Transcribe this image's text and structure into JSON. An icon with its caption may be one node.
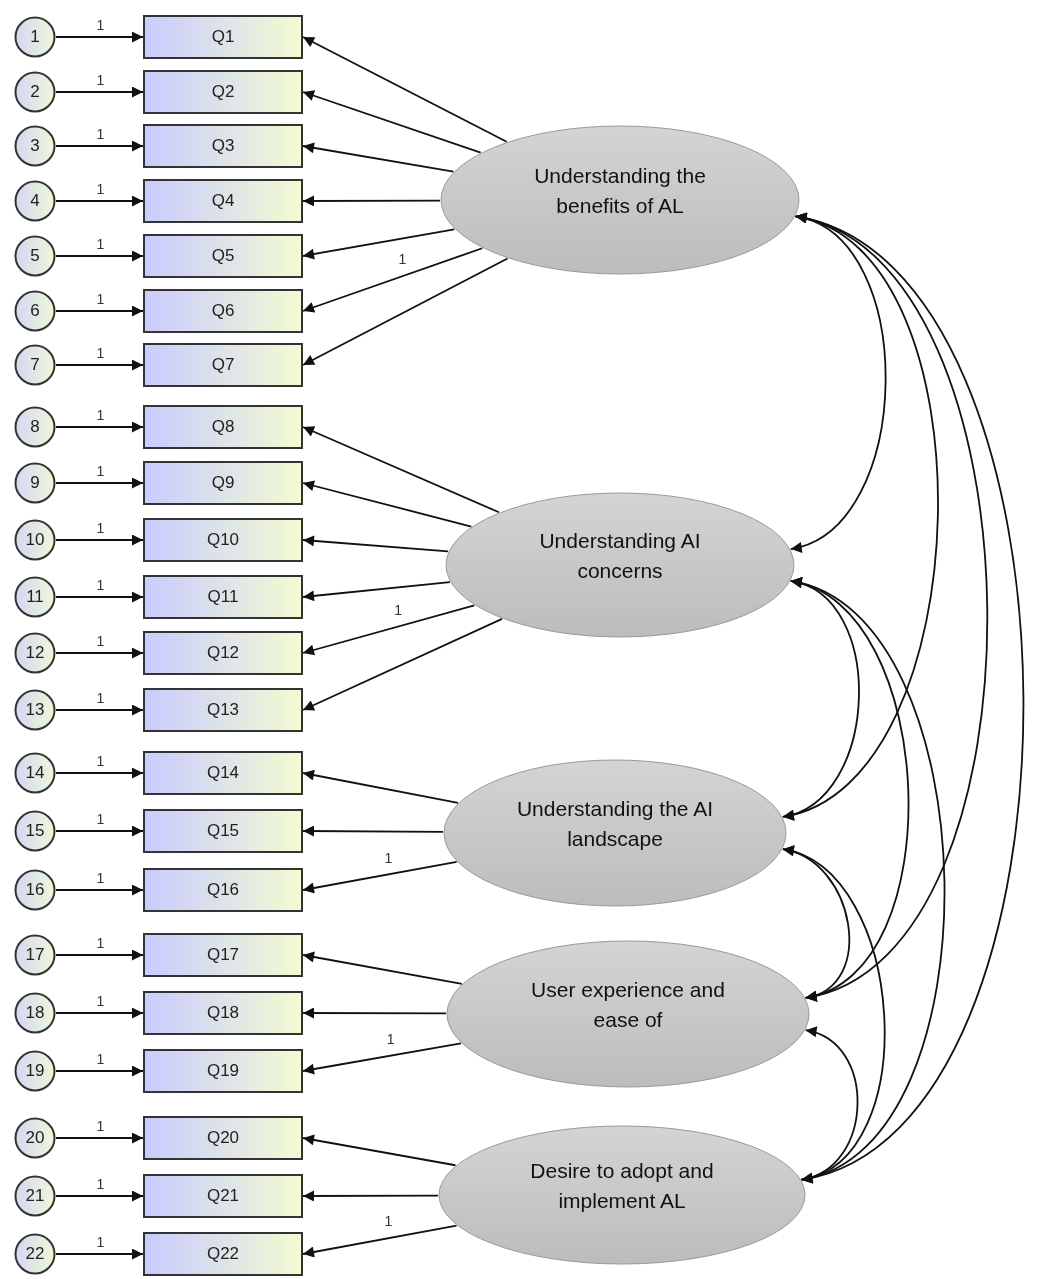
{
  "diagram": {
    "nodes": [
      {
        "text": [
          "1"
        ]
      },
      {
        "text": [
          "Q1"
        ]
      },
      {
        "text": [
          "2"
        ]
      },
      {
        "text": [
          "Q2"
        ]
      },
      {
        "text": [
          "3"
        ]
      },
      {
        "text": [
          "Q3"
        ]
      },
      {
        "text": [
          "4"
        ]
      },
      {
        "text": [
          "Q4"
        ]
      },
      {
        "text": [
          "5"
        ]
      },
      {
        "text": [
          "Q5"
        ]
      },
      {
        "text": [
          "6"
        ]
      },
      {
        "text": [
          "Q6"
        ]
      },
      {
        "text": [
          "7"
        ]
      },
      {
        "text": [
          "Q7"
        ]
      },
      {
        "text": [
          "8"
        ]
      },
      {
        "text": [
          "Q8"
        ]
      },
      {
        "text": [
          "9"
        ]
      },
      {
        "text": [
          "Q9"
        ]
      },
      {
        "text": [
          "10"
        ]
      },
      {
        "text": [
          "Q10"
        ]
      },
      {
        "text": [
          "11"
        ]
      },
      {
        "text": [
          "Q11"
        ]
      },
      {
        "text": [
          "12"
        ]
      },
      {
        "text": [
          "Q12"
        ]
      },
      {
        "text": [
          "13"
        ]
      },
      {
        "text": [
          "Q13"
        ]
      },
      {
        "text": [
          "14"
        ]
      },
      {
        "text": [
          "Q14"
        ]
      },
      {
        "text": [
          "15"
        ]
      },
      {
        "text": [
          "Q15"
        ]
      },
      {
        "text": [
          "16"
        ]
      },
      {
        "text": [
          "Q16"
        ]
      },
      {
        "text": [
          "17"
        ]
      },
      {
        "text": [
          "Q17"
        ]
      },
      {
        "text": [
          "18"
        ]
      },
      {
        "text": [
          "Q18"
        ]
      },
      {
        "text": [
          "19"
        ]
      },
      {
        "text": [
          "Q19"
        ]
      },
      {
        "text": [
          "20"
        ]
      },
      {
        "text": [
          "Q20"
        ]
      },
      {
        "text": [
          "21"
        ]
      },
      {
        "text": [
          "Q21"
        ]
      },
      {
        "text": [
          "22"
        ]
      },
      {
        "text": [
          "Q22"
        ]
      },
      {
        "text": [
          "Understanding the benefits of AL"
        ]
      },
      {
        "text": [
          "Understanding AI concerns"
        ]
      },
      {
        "text": [
          "Understanding the AI landscape"
        ]
      },
      {
        "text": [
          "User experience and ease of"
        ]
      },
      {
        "text": [
          "Desire to adopt and implement AL"
        ]
      }
    ],
    "edges": [
      {
        "from": 0,
        "to": 1,
        "arrow": "to",
        "label": "1"
      },
      {
        "from": 2,
        "to": 3,
        "arrow": "to",
        "label": "1"
      },
      {
        "from": 4,
        "to": 5,
        "arrow": "to",
        "label": "1"
      },
      {
        "from": 6,
        "to": 7,
        "arrow": "to",
        "label": "1"
      },
      {
        "from": 8,
        "to": 9,
        "arrow": "to",
        "label": "1"
      },
      {
        "from": 10,
        "to": 11,
        "arrow": "to",
        "label": "1"
      },
      {
        "from": 12,
        "to": 13,
        "arrow": "to",
        "label": "1"
      },
      {
        "from": 14,
        "to": 15,
        "arrow": "to",
        "label": "1"
      },
      {
        "from": 16,
        "to": 17,
        "arrow": "to",
        "label": "1"
      },
      {
        "from": 18,
        "to": 19,
        "arrow": "to",
        "label": "1"
      },
      {
        "from": 20,
        "to": 21,
        "arrow": "to",
        "label": "1"
      },
      {
        "from": 22,
        "to": 23,
        "arrow": "to",
        "label": "1"
      },
      {
        "from": 24,
        "to": 25,
        "arrow": "to",
        "label": "1"
      },
      {
        "from": 26,
        "to": 27,
        "arrow": "to",
        "label": "1"
      },
      {
        "from": 28,
        "to": 29,
        "arrow": "to",
        "label": "1"
      },
      {
        "from": 30,
        "to": 31,
        "arrow": "to",
        "label": "1"
      },
      {
        "from": 32,
        "to": 33,
        "arrow": "to",
        "label": "1"
      },
      {
        "from": 34,
        "to": 35,
        "arrow": "to",
        "label": "1"
      },
      {
        "from": 36,
        "to": 37,
        "arrow": "to",
        "label": "1"
      },
      {
        "from": 38,
        "to": 39,
        "arrow": "to",
        "label": "1"
      },
      {
        "from": 40,
        "to": 41,
        "arrow": "to",
        "label": "1"
      },
      {
        "from": 42,
        "to": 43,
        "arrow": "to",
        "label": "1"
      },
      {
        "from": 44,
        "to": 1,
        "arrow": "to"
      },
      {
        "from": 44,
        "to": 3,
        "arrow": "to"
      },
      {
        "from": 44,
        "to": 5,
        "arrow": "to"
      },
      {
        "from": 44,
        "to": 7,
        "arrow": "to"
      },
      {
        "from": 44,
        "to": 9,
        "arrow": "to"
      },
      {
        "from": 44,
        "to": 11,
        "arrow": "to",
        "label": "1"
      },
      {
        "from": 44,
        "to": 13,
        "arrow": "to"
      },
      {
        "from": 45,
        "to": 15,
        "arrow": "to"
      },
      {
        "from": 45,
        "to": 17,
        "arrow": "to"
      },
      {
        "from": 45,
        "to": 19,
        "arrow": "to"
      },
      {
        "from": 45,
        "to": 21,
        "arrow": "to"
      },
      {
        "from": 45,
        "to": 23,
        "arrow": "to",
        "label": "1"
      },
      {
        "from": 45,
        "to": 25,
        "arrow": "to"
      },
      {
        "from": 46,
        "to": 27,
        "arrow": "to"
      },
      {
        "from": 46,
        "to": 29,
        "arrow": "to"
      },
      {
        "from": 46,
        "to": 31,
        "arrow": "to",
        "label": "1"
      },
      {
        "from": 47,
        "to": 33,
        "arrow": "to"
      },
      {
        "from": 47,
        "to": 35,
        "arrow": "to"
      },
      {
        "from": 47,
        "to": 37,
        "arrow": "to",
        "label": "1"
      },
      {
        "from": 48,
        "to": 39,
        "arrow": "to"
      },
      {
        "from": 48,
        "to": 41,
        "arrow": "to"
      },
      {
        "from": 48,
        "to": 43,
        "arrow": "to",
        "label": "1"
      },
      {
        "from": 44,
        "to": 45,
        "arrow": "both"
      },
      {
        "from": 44,
        "to": 46,
        "arrow": "both"
      },
      {
        "from": 44,
        "to": 47,
        "arrow": "both"
      },
      {
        "from": 44,
        "to": 48,
        "arrow": "both"
      },
      {
        "from": 45,
        "to": 46,
        "arrow": "both"
      },
      {
        "from": 45,
        "to": 47,
        "arrow": "both"
      },
      {
        "from": 45,
        "to": 48,
        "arrow": "both"
      },
      {
        "from": 46,
        "to": 47,
        "arrow": "both"
      },
      {
        "from": 46,
        "to": 48,
        "arrow": "both"
      },
      {
        "from": 47,
        "to": 48,
        "arrow": "both"
      }
    ]
  }
}
